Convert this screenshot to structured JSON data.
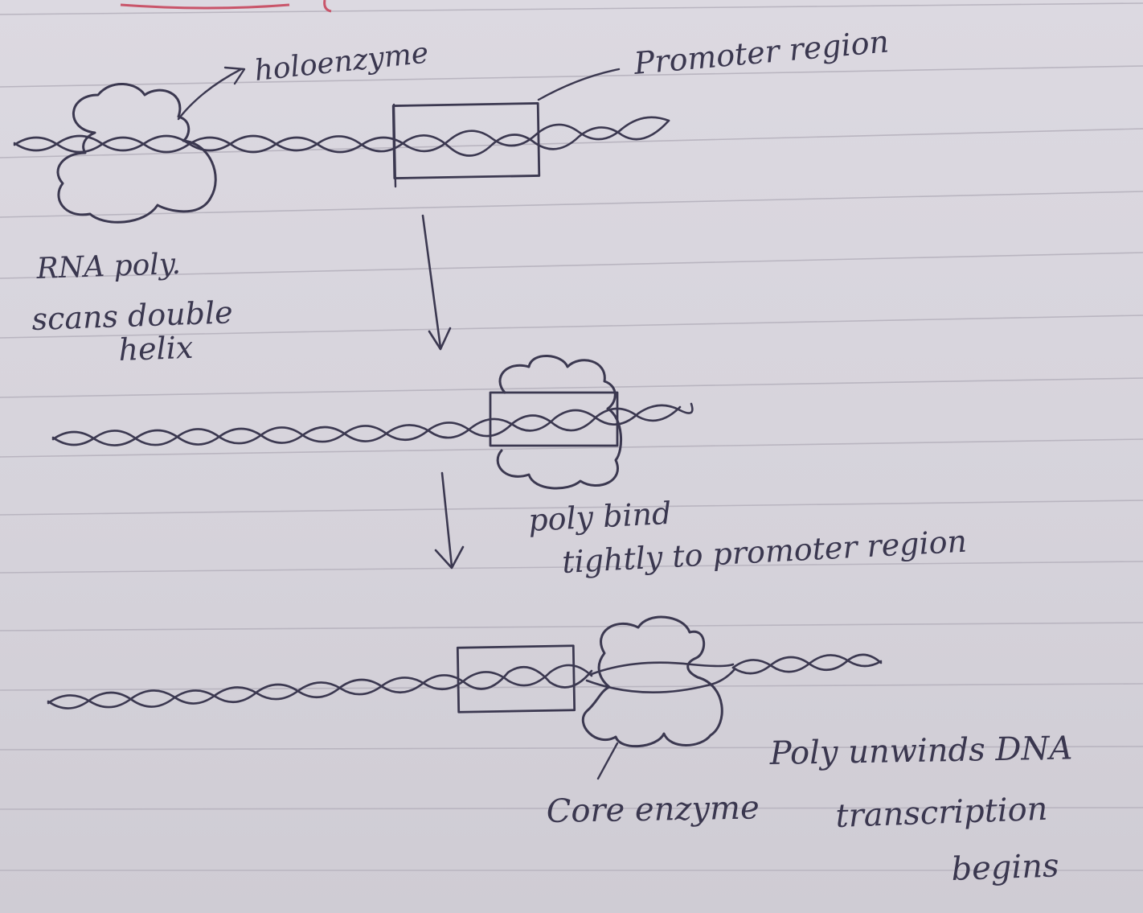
{
  "labels": {
    "holoenzyme": "holoenzyme",
    "promoter_region": "Promoter region",
    "rna_poly": "RNA poly.",
    "scans_double": "scans double",
    "helix": "helix",
    "poly_bind": "poly bind",
    "tightly_to_promoter": "tightly to promoter region",
    "core_enzyme": "Core enzyme",
    "poly_unwinds": "Poly unwinds DNA",
    "transcription": "transcription",
    "begins": "begins"
  },
  "colors": {
    "paper": "#d9d6de",
    "ink": "#3b3850",
    "rule": "#b9b5c0",
    "margin_red": "#c9556a"
  }
}
